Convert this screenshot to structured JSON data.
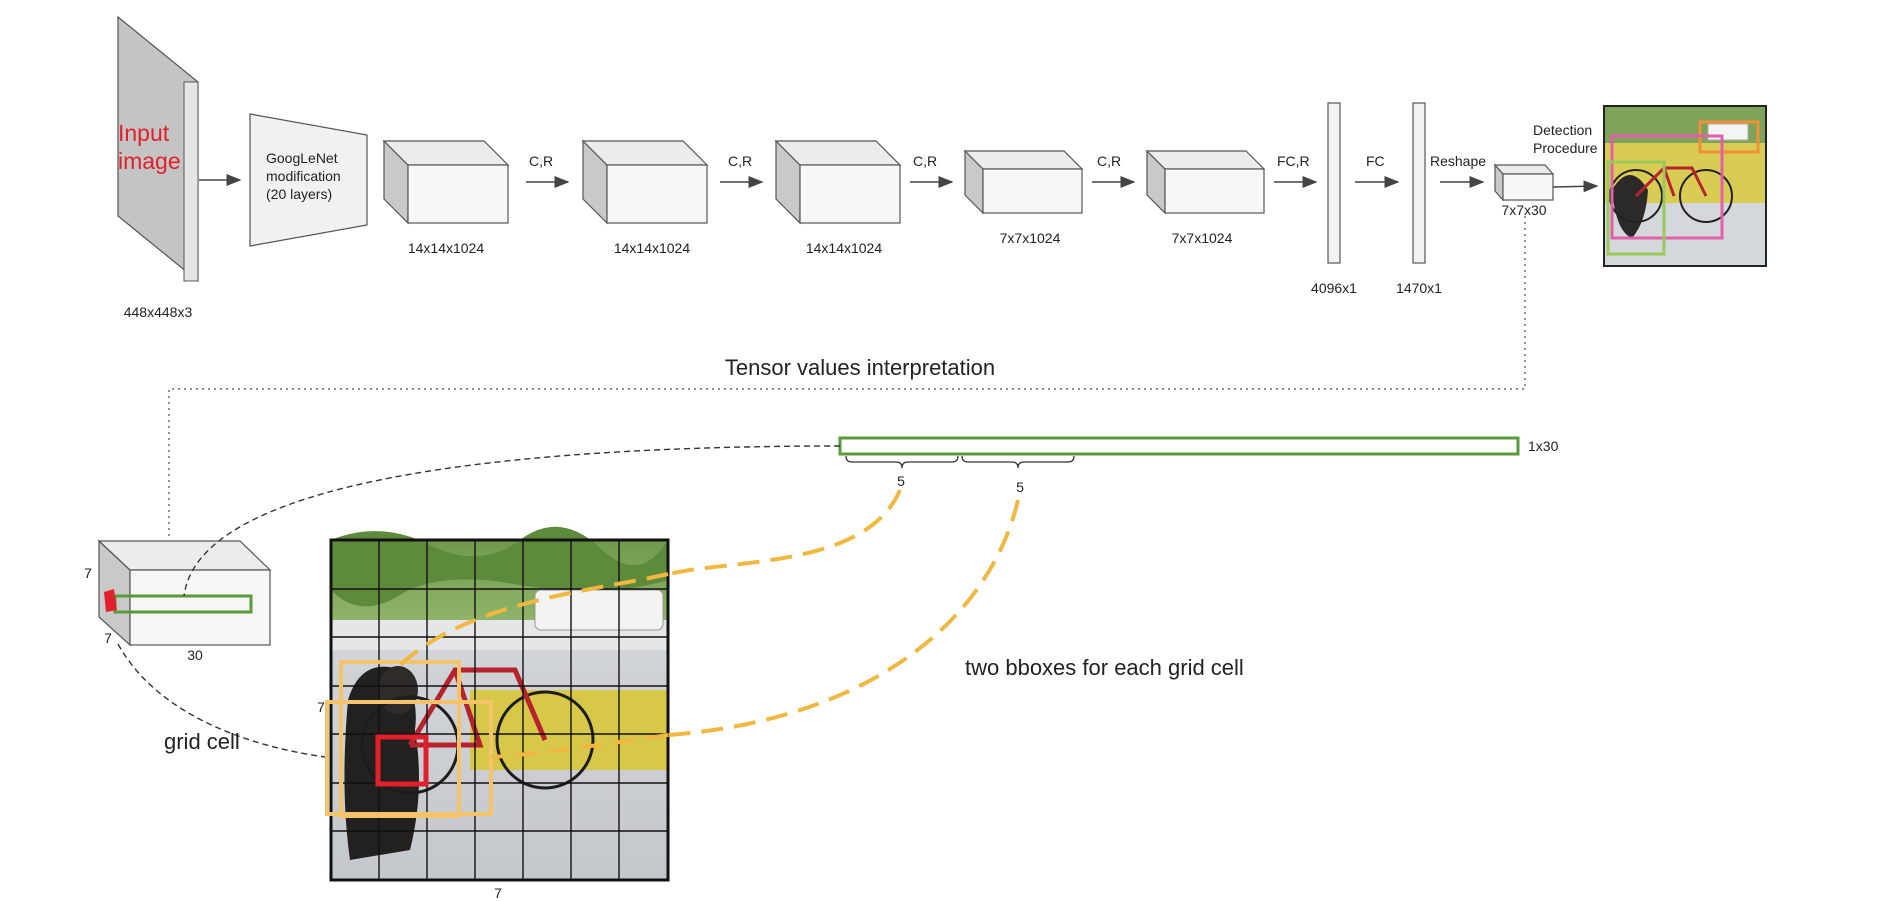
{
  "input": {
    "title_line1": "Input",
    "title_line2": "image",
    "dims": "448x448x3"
  },
  "googlenet": {
    "line1": "GoogLeNet",
    "line2": "modification",
    "line3": "(20 layers)"
  },
  "blocks": [
    {
      "dims": "14x14x1024"
    },
    {
      "dims": "14x14x1024"
    },
    {
      "dims": "14x14x1024"
    },
    {
      "dims": "7x7x1024"
    },
    {
      "dims": "7x7x1024"
    }
  ],
  "ops": {
    "c1": "C,R",
    "c2": "C,R",
    "c3": "C,R",
    "c4": "C,R",
    "fcr": "FC,R",
    "fc": "FC",
    "reshape": "Reshape"
  },
  "fc_layers": {
    "fc1_dims": "4096x1",
    "fc2_dims": "1470x1"
  },
  "output": {
    "dims": "7x7x30"
  },
  "detection": {
    "line1": "Detection",
    "line2": "Procedure"
  },
  "interpretation": {
    "title": "Tensor values interpretation",
    "vector_label": "1x30",
    "brace1": "5",
    "brace2": "5",
    "tensor_h": "7",
    "tensor_w": "7",
    "tensor_d": "30",
    "grid_side": "7",
    "grid_bottom": "7",
    "grid_cell_label": "grid cell",
    "bbox_note": "two bboxes for each grid cell"
  },
  "colors": {
    "green": "#5a9a3a",
    "red": "#e0202a",
    "yellow": "#f0b840",
    "gray_face": "#c9c9c9",
    "box_front": "#f7f7f7"
  }
}
